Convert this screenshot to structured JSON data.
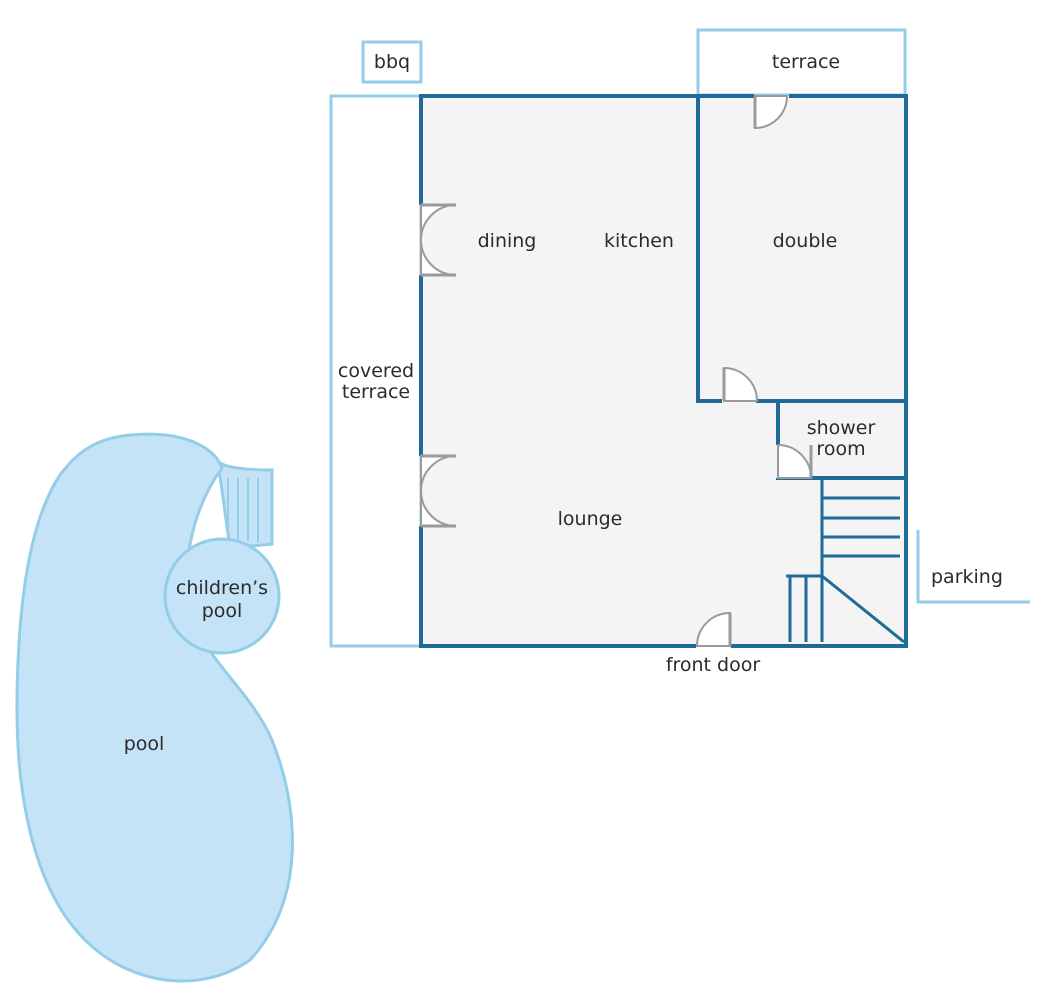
{
  "colors": {
    "wall": "#1f6a98",
    "outdoor_outline": "#93cde8",
    "floor": "#f4f4f4",
    "pool_fill": "#c4e3f6",
    "door": "#9a9a9a",
    "text": "#2b2b2b"
  },
  "labels": {
    "bbq": "bbq",
    "terrace": "terrace",
    "dining": "dining",
    "kitchen": "kitchen",
    "double": "double",
    "covered_1": "covered",
    "covered_2": "terrace",
    "shower_1": "shower",
    "shower_2": "room",
    "lounge": "lounge",
    "front_door": "front door",
    "parking": "parking",
    "childrens_1": "children’s",
    "childrens_2": "pool",
    "pool": "pool"
  }
}
